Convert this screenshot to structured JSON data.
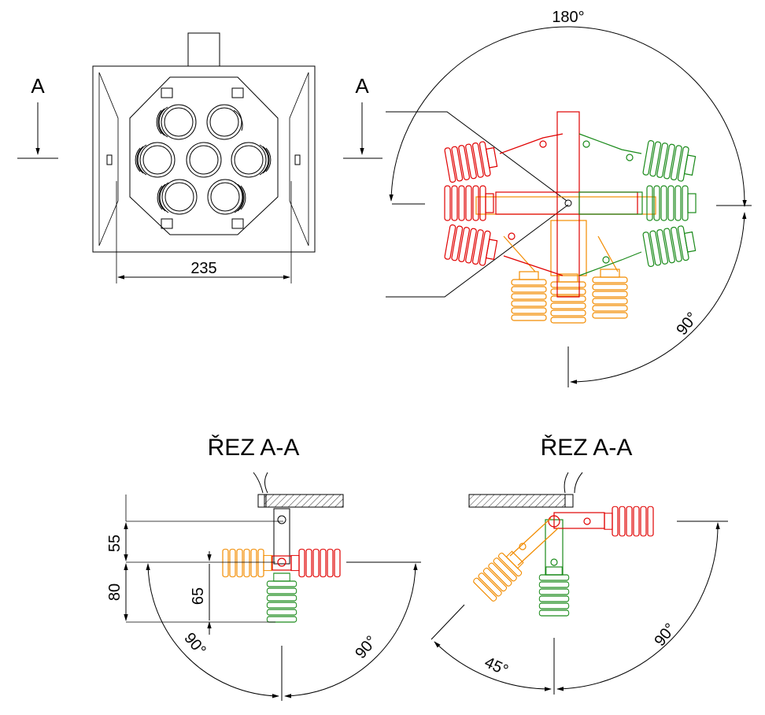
{
  "colors": {
    "line": "#000000",
    "position_red": "#e00000",
    "position_green": "#1a8a1a",
    "position_orange": "#f28c00"
  },
  "front_view": {
    "section_mark_left": "A",
    "section_mark_right": "A",
    "width_dimension": "235"
  },
  "rotation_view": {
    "angle_top": "180°",
    "angle_bottom_right": "90°"
  },
  "section_left": {
    "title": "ŘEZ A-A",
    "dim_55": "55",
    "dim_80": "80",
    "dim_65": "65",
    "angle_left": "90°",
    "angle_right": "90°"
  },
  "section_right": {
    "title": "ŘEZ A-A",
    "angle_left": "45°",
    "angle_right": "90°"
  }
}
